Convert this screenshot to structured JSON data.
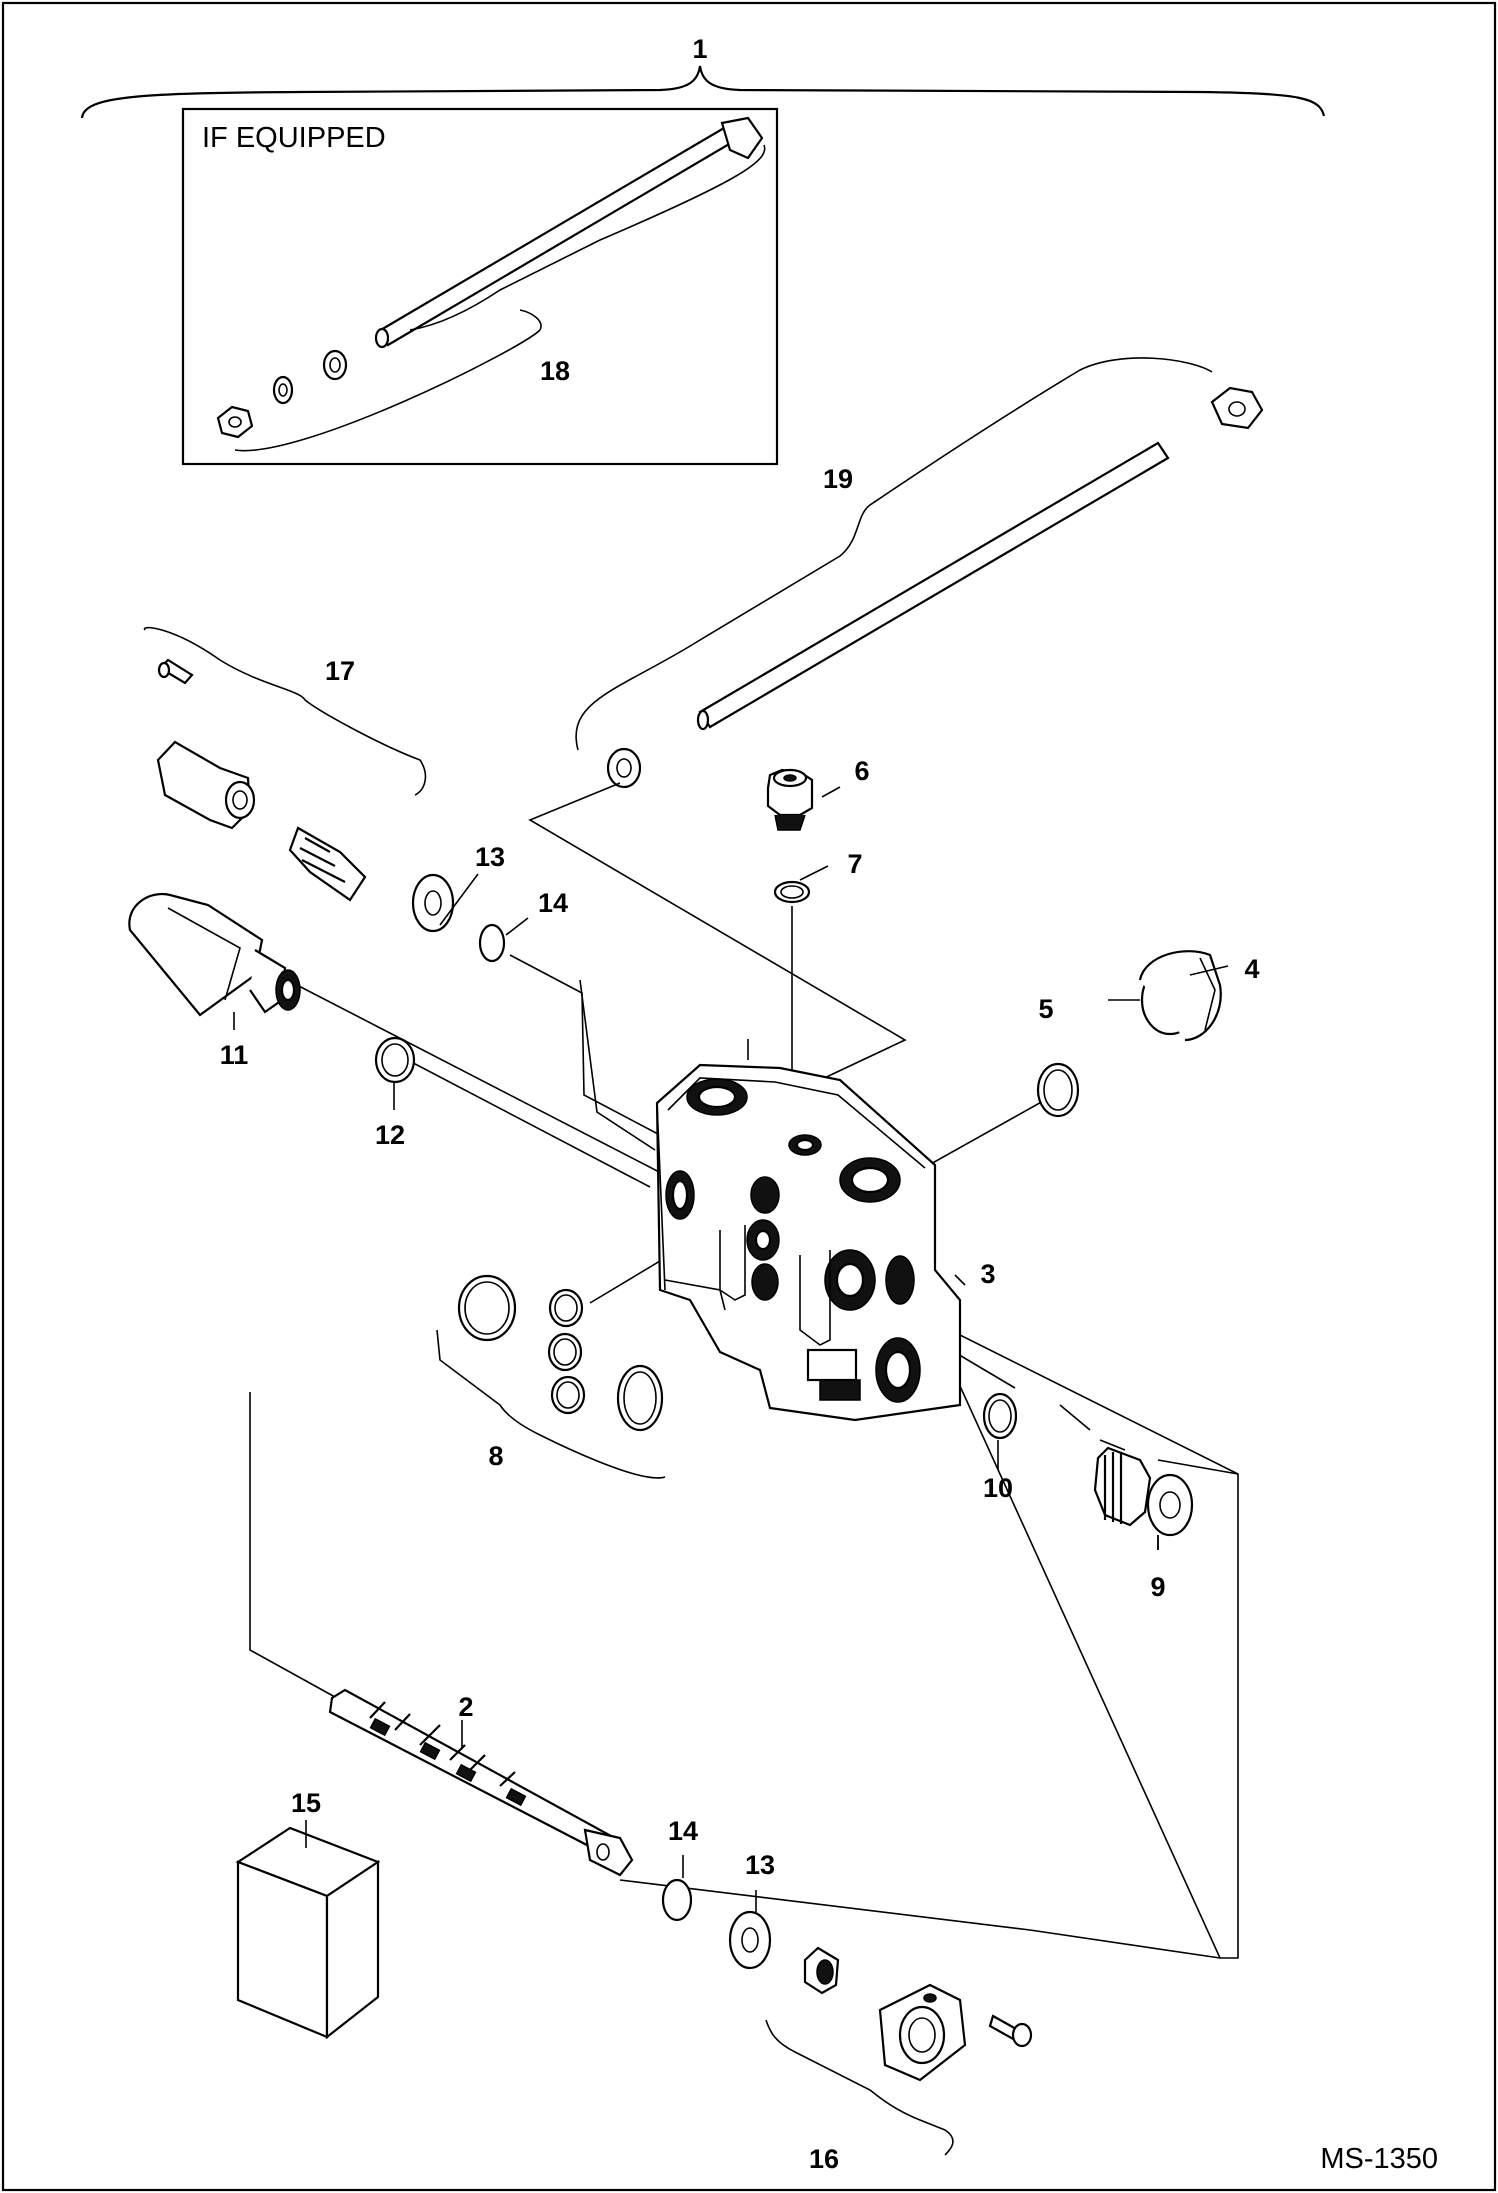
{
  "diagram": {
    "inset_label": "IF EQUIPPED",
    "figure_code": "MS-1350",
    "callouts": {
      "c1": "1",
      "c2": "2",
      "c3": "3",
      "c4": "4",
      "c5": "5",
      "c6": "6",
      "c7": "7",
      "c8": "8",
      "c9": "9",
      "c10": "10",
      "c11": "11",
      "c12": "12",
      "c13a": "13",
      "c13b": "13",
      "c14a": "14",
      "c14b": "14",
      "c15": "15",
      "c16": "16",
      "c17": "17",
      "c18": "18",
      "c19": "19"
    }
  }
}
